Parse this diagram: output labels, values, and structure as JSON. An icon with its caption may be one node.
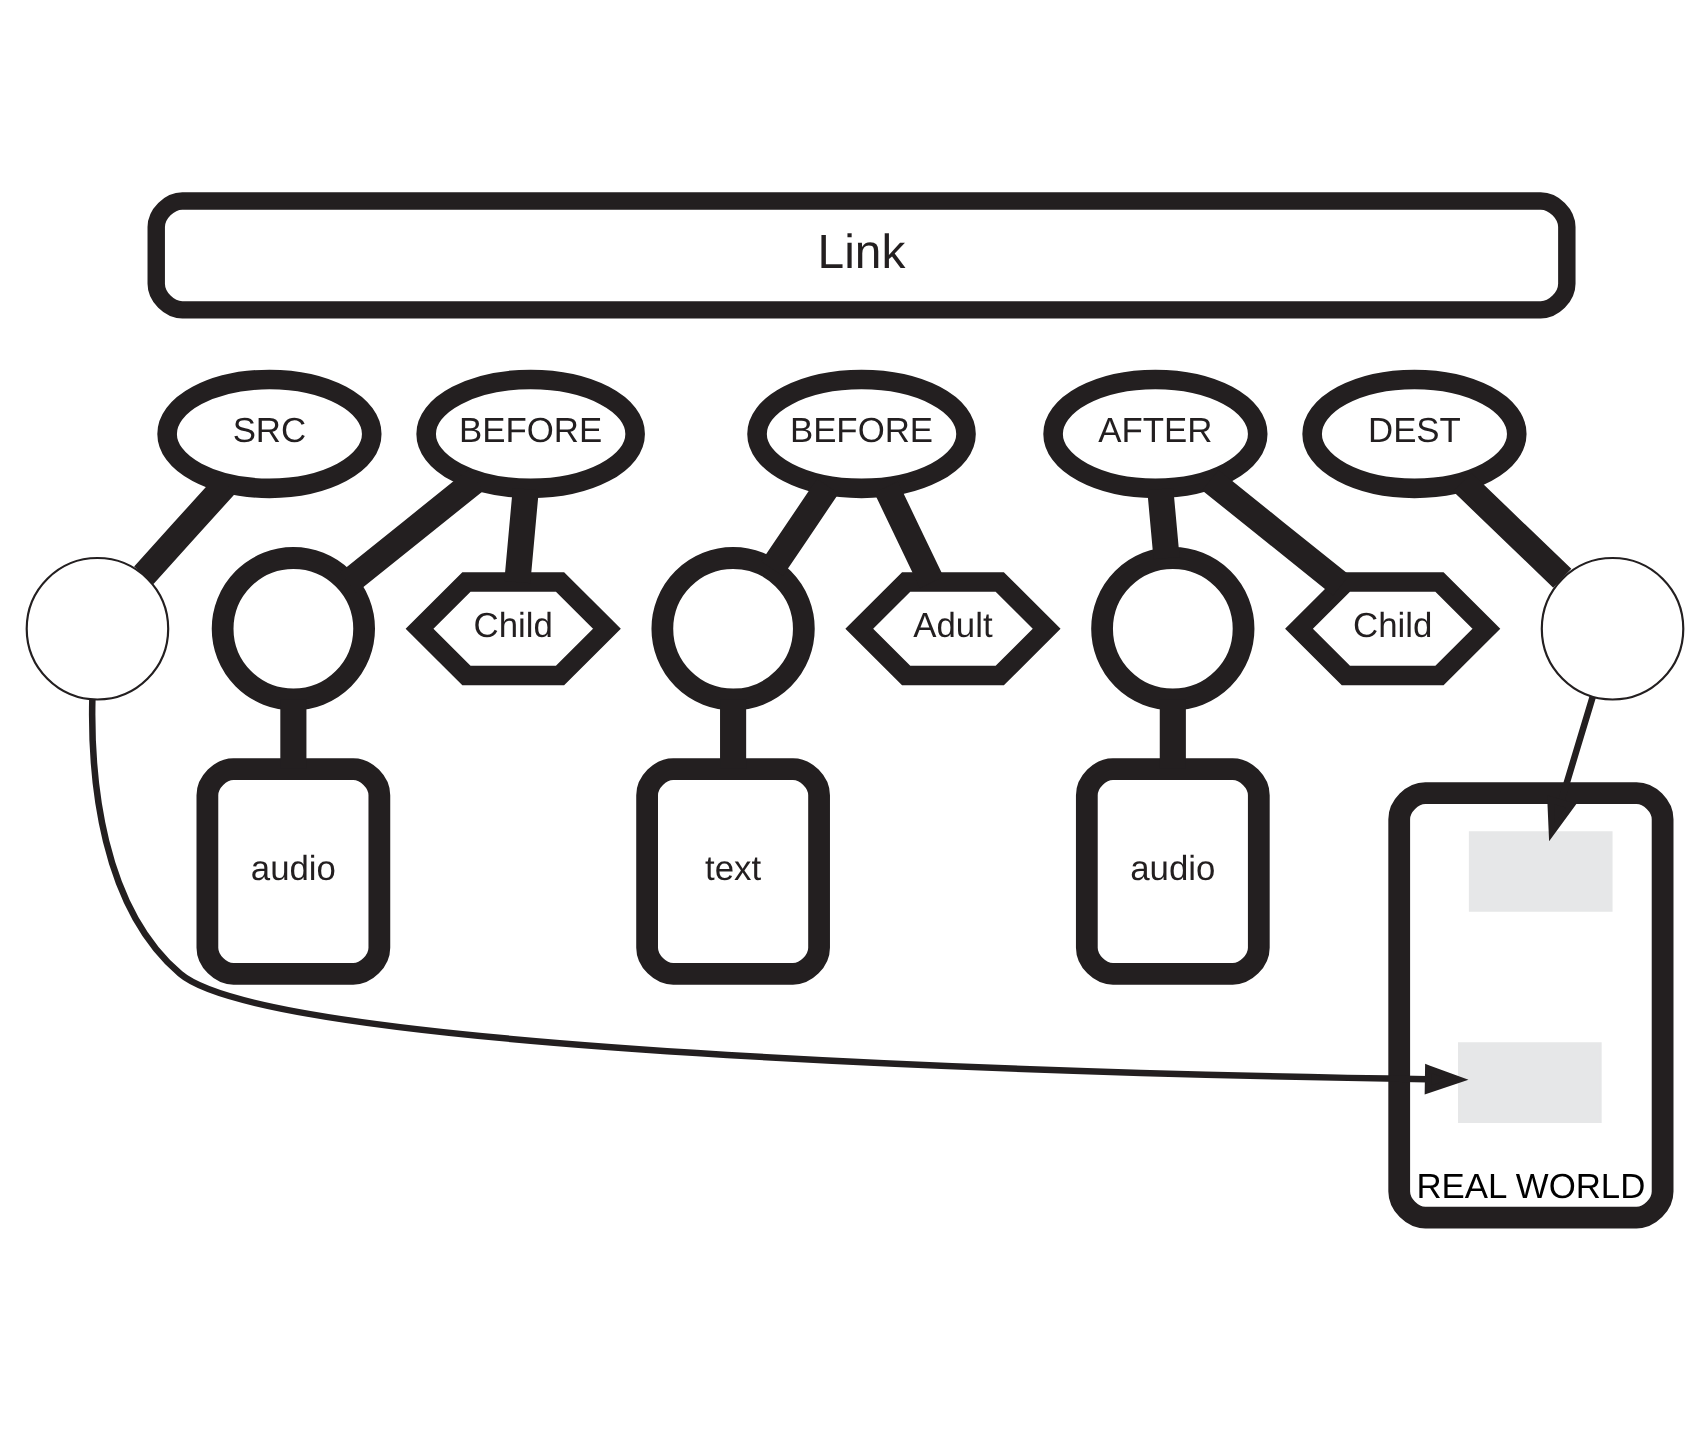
{
  "diagram": {
    "nodes": [
      {
        "text": [
          "Link"
        ]
      },
      {
        "text": [
          "SRC"
        ]
      },
      {
        "text": [
          "BEFORE"
        ]
      },
      {
        "text": [
          "BEFORE"
        ]
      },
      {
        "text": [
          "AFTER"
        ]
      },
      {
        "text": [
          "DEST"
        ]
      },
      {
        "text": [],
        "shape": "circle"
      },
      {
        "text": [],
        "shape": "circle"
      },
      {
        "text": [
          "Child"
        ]
      },
      {
        "text": [],
        "shape": "circle"
      },
      {
        "text": [
          "Adult"
        ]
      },
      {
        "text": [],
        "shape": "circle"
      },
      {
        "text": [
          "Child"
        ]
      },
      {
        "text": [],
        "shape": "circle"
      },
      {
        "text": [
          "audio"
        ]
      },
      {
        "text": [
          "text"
        ]
      },
      {
        "text": [
          "audio"
        ]
      },
      {
        "text": [
          "REAL WORLD"
        ]
      },
      {
        "text": [],
        "shape": "box",
        "in": 17
      },
      {
        "text": [],
        "shape": "box",
        "in": 17
      }
    ],
    "edges": [
      {
        "from": 1,
        "to": 6,
        "arrow": "none"
      },
      {
        "from": 2,
        "to": 7,
        "arrow": "none"
      },
      {
        "from": 2,
        "to": 8,
        "arrow": "none"
      },
      {
        "from": 3,
        "to": 9,
        "arrow": "none"
      },
      {
        "from": 3,
        "to": 10,
        "arrow": "none"
      },
      {
        "from": 4,
        "to": 11,
        "arrow": "none"
      },
      {
        "from": 4,
        "to": 12,
        "arrow": "none"
      },
      {
        "from": 5,
        "to": 13,
        "arrow": "none"
      },
      {
        "from": 7,
        "to": 14,
        "arrow": "none"
      },
      {
        "from": 9,
        "to": 15,
        "arrow": "none"
      },
      {
        "from": 11,
        "to": 16,
        "arrow": "none"
      },
      {
        "from": 6,
        "to": 19,
        "arrow": "to"
      },
      {
        "from": 13,
        "to": 18,
        "arrow": "to"
      }
    ]
  }
}
